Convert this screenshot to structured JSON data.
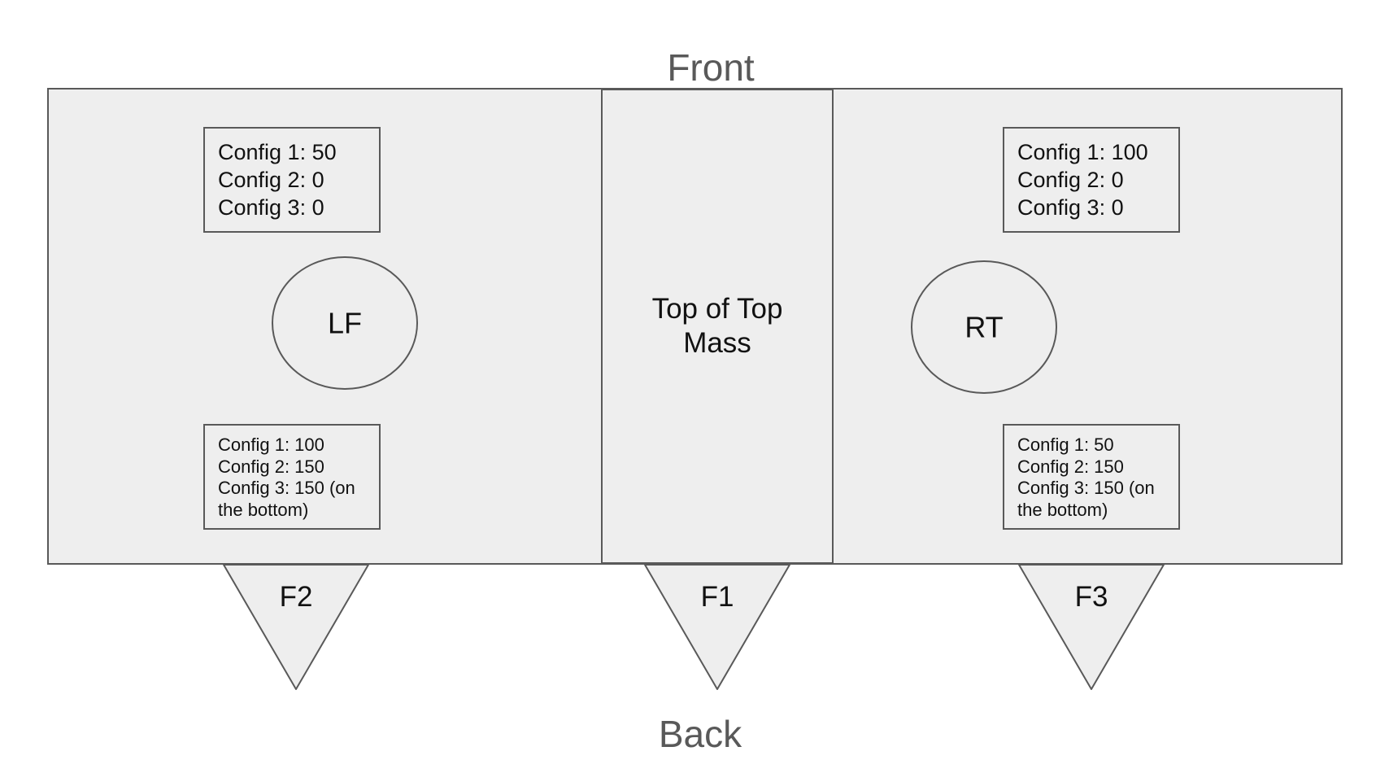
{
  "labels": {
    "front": "Front",
    "back": "Back",
    "center": "Top of Top Mass"
  },
  "sensors": {
    "left": "LF",
    "right": "RT"
  },
  "feet": {
    "left": "F2",
    "center": "F1",
    "right": "F3"
  },
  "config_boxes": {
    "left_top": [
      "Config 1: 50",
      "Config 2: 0",
      "Config 3: 0"
    ],
    "right_top": [
      "Config 1: 100",
      "Config 2: 0",
      "Config 3: 0"
    ],
    "left_bottom": [
      "Config 1: 100",
      "Config 2: 150",
      "Config 3: 150 (on the bottom)"
    ],
    "right_bottom": [
      "Config 1: 50",
      "Config 2: 150",
      "Config 3: 150 (on the bottom)"
    ]
  },
  "colors": {
    "fill": "#eeeeee",
    "stroke": "#595959",
    "edge_text": "#595959",
    "text": "#111111"
  }
}
